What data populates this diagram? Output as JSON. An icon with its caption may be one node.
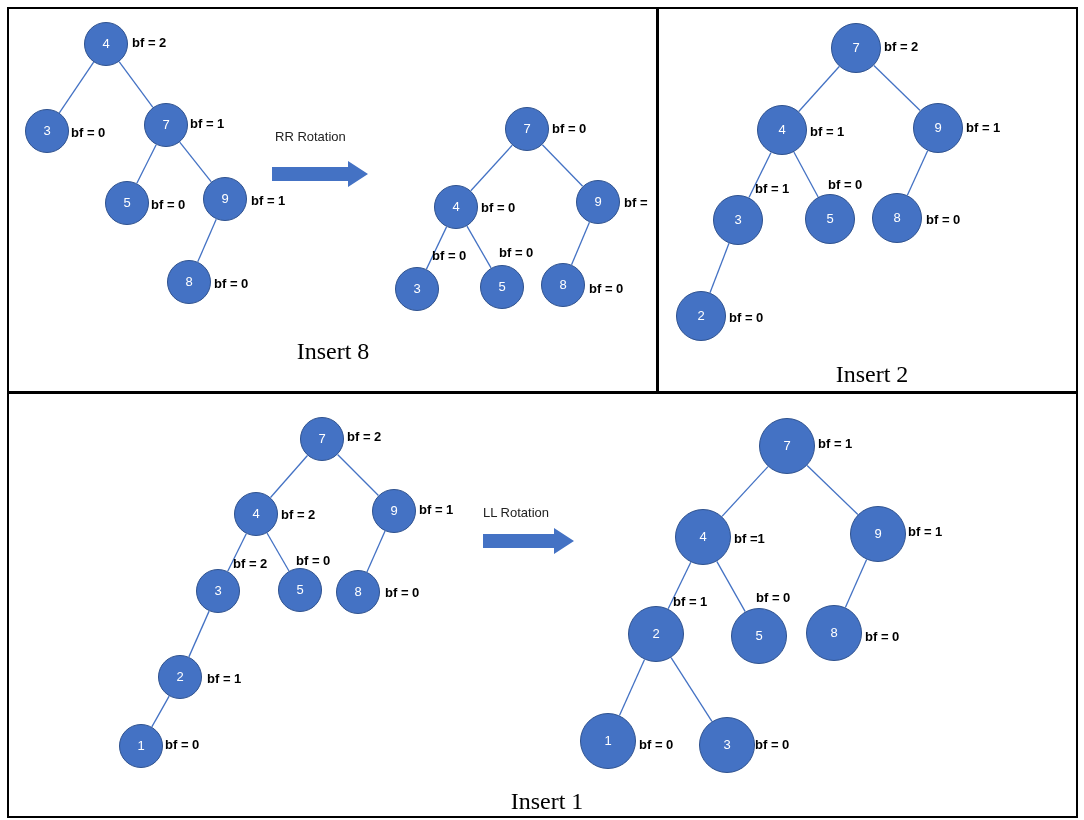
{
  "diagram": {
    "nodes": [
      {
        "text": [
          "Insert 8"
        ]
      },
      {
        "text": [
          "4"
        ],
        "in": 0,
        "beside": [
          "bf = 2"
        ]
      },
      {
        "text": [
          "3"
        ],
        "in": 0,
        "beside": [
          "bf = 0"
        ]
      },
      {
        "text": [
          "7"
        ],
        "in": 0,
        "beside": [
          "bf = 1"
        ]
      },
      {
        "text": [
          "5"
        ],
        "in": 0,
        "beside": [
          "bf = 0"
        ]
      },
      {
        "text": [
          "9"
        ],
        "in": 0,
        "beside": [
          "bf = 1"
        ]
      },
      {
        "text": [
          "8"
        ],
        "in": 0,
        "beside": [
          "bf = 0"
        ]
      },
      {
        "text": [
          "7"
        ],
        "in": 0,
        "beside": [
          "bf = 0"
        ]
      },
      {
        "text": [
          "4"
        ],
        "in": 0,
        "beside": [
          "bf = 0"
        ]
      },
      {
        "text": [
          "9"
        ],
        "in": 0,
        "beside": [
          "bf ="
        ]
      },
      {
        "text": [
          "3"
        ],
        "in": 0,
        "beside": [
          "bf = 0"
        ]
      },
      {
        "text": [
          "5"
        ],
        "in": 0,
        "beside": [
          "bf = 0"
        ]
      },
      {
        "text": [
          "8"
        ],
        "in": 0,
        "beside": [
          "bf = 0"
        ]
      },
      {
        "text": [
          "Insert 2"
        ]
      },
      {
        "text": [
          "7"
        ],
        "in": 13,
        "beside": [
          "bf = 2"
        ]
      },
      {
        "text": [
          "4"
        ],
        "in": 13,
        "beside": [
          "bf = 1"
        ]
      },
      {
        "text": [
          "9"
        ],
        "in": 13,
        "beside": [
          "bf = 1"
        ]
      },
      {
        "text": [
          "3"
        ],
        "in": 13,
        "beside": [
          "bf = 1"
        ]
      },
      {
        "text": [
          "5"
        ],
        "in": 13,
        "beside": [
          "bf = 0"
        ]
      },
      {
        "text": [
          "8"
        ],
        "in": 13,
        "beside": [
          "bf = 0"
        ]
      },
      {
        "text": [
          "2"
        ],
        "in": 13,
        "beside": [
          "bf = 0"
        ]
      },
      {
        "text": [
          "Insert 1"
        ]
      },
      {
        "text": [
          "7"
        ],
        "in": 21,
        "beside": [
          "bf = 2"
        ]
      },
      {
        "text": [
          "4"
        ],
        "in": 21,
        "beside": [
          "bf = 2"
        ]
      },
      {
        "text": [
          "9"
        ],
        "in": 21,
        "beside": [
          "bf = 1"
        ]
      },
      {
        "text": [
          "3"
        ],
        "in": 21,
        "beside": [
          "bf = 2"
        ]
      },
      {
        "text": [
          "5"
        ],
        "in": 21,
        "beside": [
          "bf = 0"
        ]
      },
      {
        "text": [
          "8"
        ],
        "in": 21,
        "beside": [
          "bf = 0"
        ]
      },
      {
        "text": [
          "2"
        ],
        "in": 21,
        "beside": [
          "bf = 1"
        ]
      },
      {
        "text": [
          "1"
        ],
        "in": 21,
        "beside": [
          "bf = 0"
        ]
      },
      {
        "text": [
          "7"
        ],
        "in": 21,
        "beside": [
          "bf = 1"
        ]
      },
      {
        "text": [
          "4"
        ],
        "in": 21,
        "beside": [
          "bf =1"
        ]
      },
      {
        "text": [
          "9"
        ],
        "in": 21,
        "beside": [
          "bf = 1"
        ]
      },
      {
        "text": [
          "2"
        ],
        "in": 21,
        "beside": [
          "bf = 1"
        ]
      },
      {
        "text": [
          "5"
        ],
        "in": 21,
        "beside": [
          "bf = 0"
        ]
      },
      {
        "text": [
          "8"
        ],
        "in": 21,
        "beside": [
          "bf = 0"
        ]
      },
      {
        "text": [
          "1"
        ],
        "in": 21,
        "beside": [
          "bf = 0"
        ]
      },
      {
        "text": [
          "3"
        ],
        "in": 21,
        "beside": [
          "bf = 0"
        ]
      }
    ],
    "edges": [
      {
        "from": 1,
        "to": 2,
        "arrow": "none"
      },
      {
        "from": 1,
        "to": 3,
        "arrow": "none"
      },
      {
        "from": 3,
        "to": 4,
        "arrow": "none"
      },
      {
        "from": 3,
        "to": 5,
        "arrow": "none"
      },
      {
        "from": 5,
        "to": 6,
        "arrow": "none"
      },
      {
        "from": 7,
        "to": 8,
        "arrow": "none"
      },
      {
        "from": 7,
        "to": 9,
        "arrow": "none"
      },
      {
        "from": 8,
        "to": 10,
        "arrow": "none"
      },
      {
        "from": 8,
        "to": 11,
        "arrow": "none"
      },
      {
        "from": 9,
        "to": 12,
        "arrow": "none"
      },
      {
        "from": 14,
        "to": 15,
        "arrow": "none"
      },
      {
        "from": 14,
        "to": 16,
        "arrow": "none"
      },
      {
        "from": 15,
        "to": 17,
        "arrow": "none"
      },
      {
        "from": 15,
        "to": 18,
        "arrow": "none"
      },
      {
        "from": 16,
        "to": 19,
        "arrow": "none"
      },
      {
        "from": 17,
        "to": 20,
        "arrow": "none"
      },
      {
        "from": 22,
        "to": 23,
        "arrow": "none"
      },
      {
        "from": 22,
        "to": 24,
        "arrow": "none"
      },
      {
        "from": 23,
        "to": 25,
        "arrow": "none"
      },
      {
        "from": 23,
        "to": 26,
        "arrow": "none"
      },
      {
        "from": 24,
        "to": 27,
        "arrow": "none"
      },
      {
        "from": 25,
        "to": 28,
        "arrow": "none"
      },
      {
        "from": 28,
        "to": 29,
        "arrow": "none"
      },
      {
        "from": 30,
        "to": 31,
        "arrow": "none"
      },
      {
        "from": 30,
        "to": 32,
        "arrow": "none"
      },
      {
        "from": 31,
        "to": 33,
        "arrow": "none"
      },
      {
        "from": 31,
        "to": 34,
        "arrow": "none"
      },
      {
        "from": 32,
        "to": 35,
        "arrow": "none"
      },
      {
        "from": 33,
        "to": 36,
        "arrow": "none"
      },
      {
        "from": 33,
        "to": 37,
        "arrow": "none"
      }
    ],
    "labels": [
      "RR Rotation",
      "LL Rotation"
    ]
  }
}
